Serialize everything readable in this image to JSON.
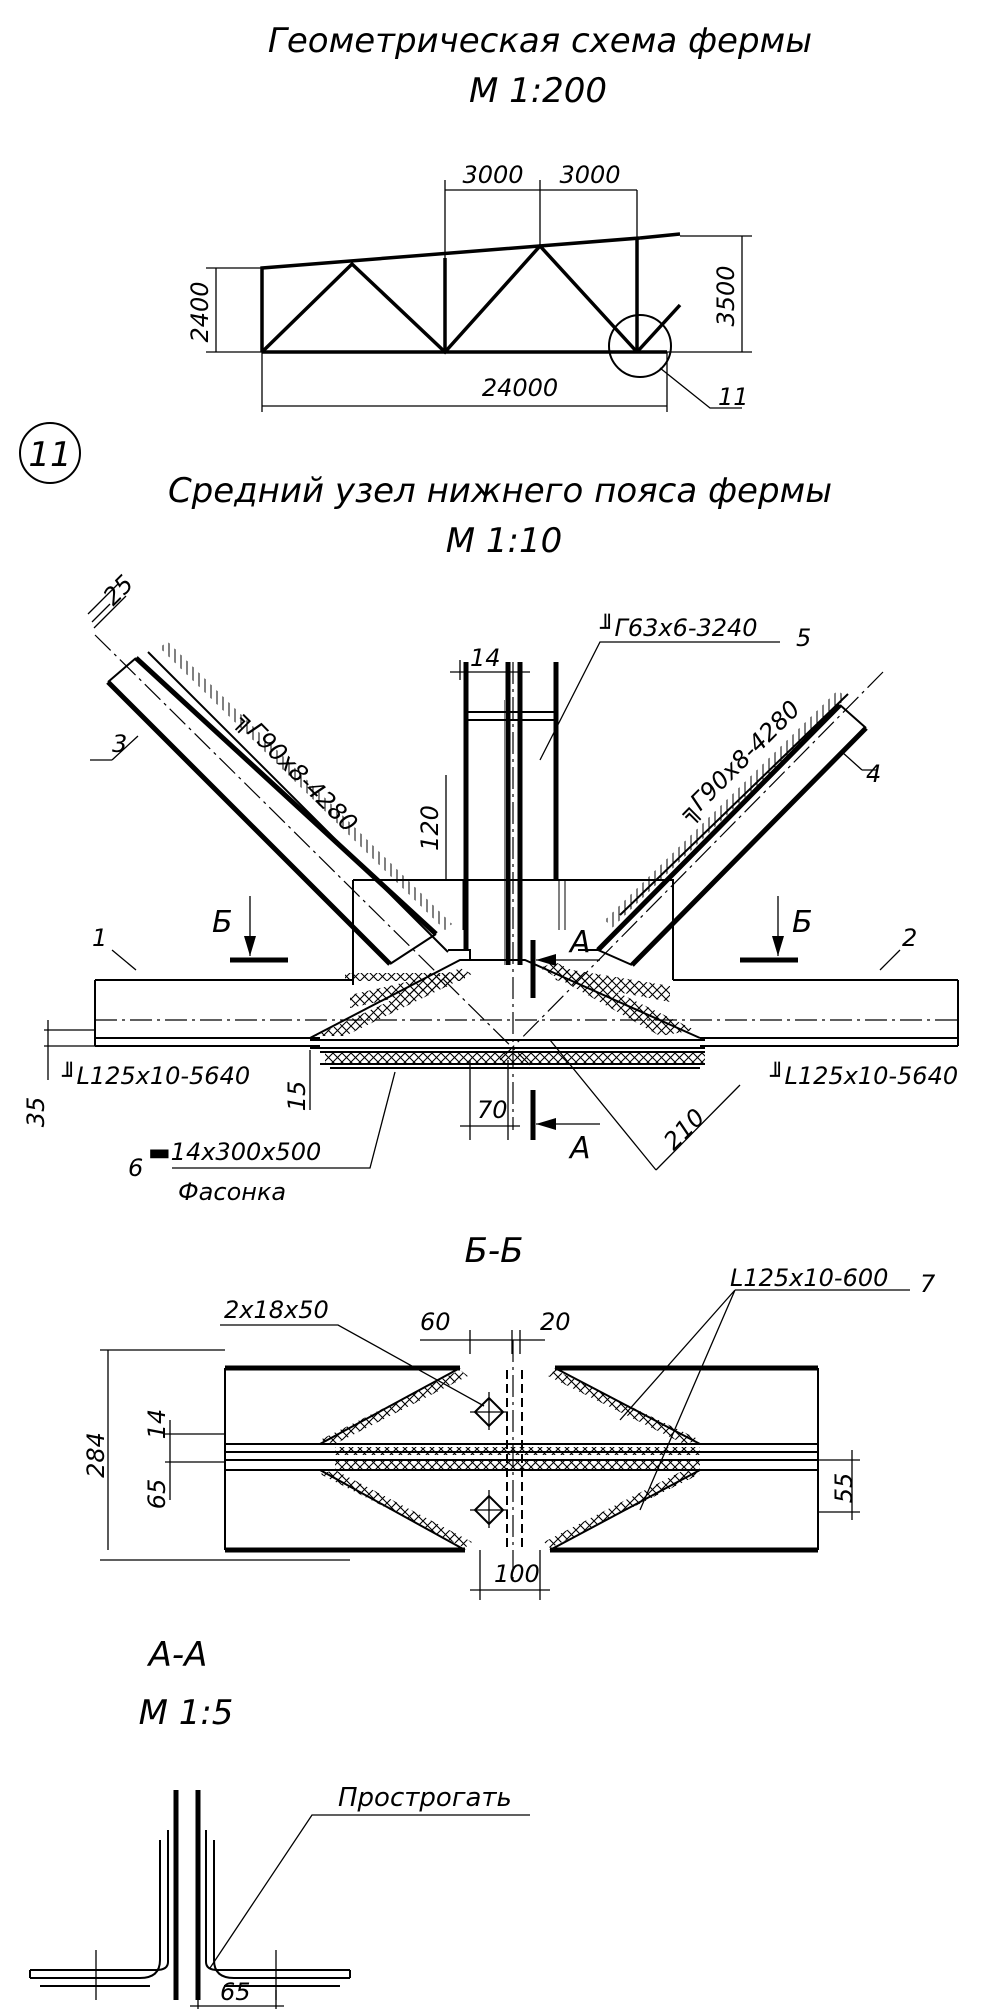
{
  "titles": {
    "geom_title": "Геометрическая схема фермы",
    "geom_scale": "М 1:200",
    "node_number": "11",
    "node_title": "Средний узел нижнего пояса фермы",
    "node_scale": "М 1:10",
    "section_bb": "Б-Б",
    "section_aa": "А-А",
    "aa_scale": "М 1:5"
  },
  "scheme": {
    "dim_panel_1": "3000",
    "dim_panel_2": "3000",
    "dim_height_left": "2400",
    "dim_height_right": "3500",
    "dim_span": "24000",
    "callout": "11"
  },
  "node": {
    "dim_25": "25",
    "dim_14": "14",
    "dim_120": "120",
    "dim_35": "35",
    "dim_15": "15",
    "dim_70": "70",
    "dim_210": "210",
    "profile_post": "╜Г63х6-3240",
    "profile_brace_left": "╗Г90х8-4280",
    "profile_brace_right": "╗Г90х8-4280",
    "profile_chord_left": "╜L125х10-5640",
    "profile_chord_right": "╜L125х10-5640",
    "plate_spec": "▬14х300х500",
    "plate_name": "Фасонка",
    "pos_1": "1",
    "pos_2": "2",
    "pos_3": "3",
    "pos_4": "4",
    "pos_5": "5",
    "pos_6": "6",
    "cut_b_left": "Б",
    "cut_b_right": "Б",
    "cut_a_top": "А",
    "cut_a_bottom": "А"
  },
  "section_bb": {
    "bolt_spec": "2х18х50",
    "dim_60": "60",
    "dim_20": "20",
    "angle_spec": "L125х10-600",
    "pos_7": "7",
    "dim_284": "284",
    "dim_14": "14",
    "dim_65": "65",
    "dim_55": "55",
    "dim_100": "100"
  },
  "section_aa": {
    "note": "Простро­гать",
    "dim_65": "65"
  }
}
